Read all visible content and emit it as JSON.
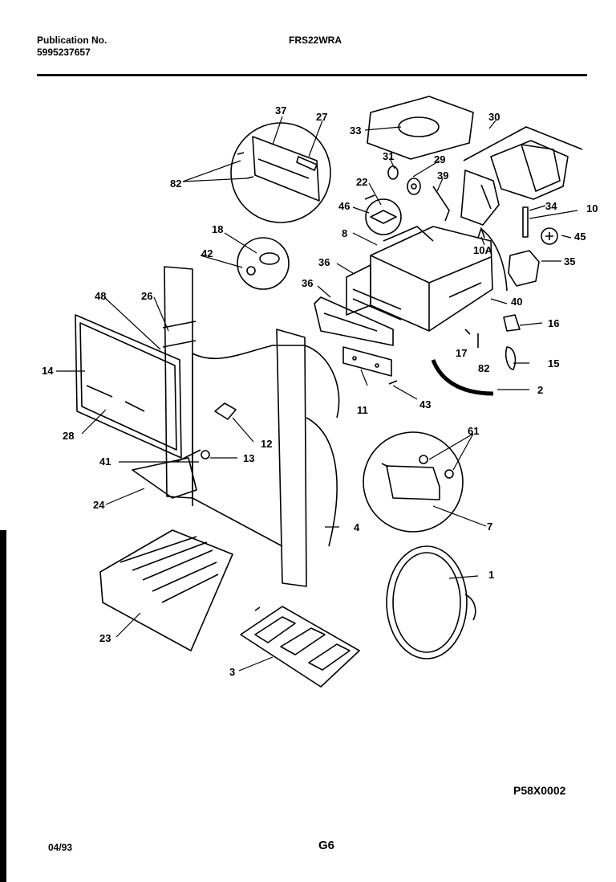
{
  "header": {
    "pub_label": "Publication No.",
    "pub_number": "5995237657",
    "model": "FRS22WRA"
  },
  "footer": {
    "date": "04/93",
    "page": "G6",
    "drawing_code": "P58X0002"
  },
  "callouts": [
    "1",
    "2",
    "3",
    "4",
    "7",
    "8",
    "10",
    "10A",
    "11",
    "12",
    "13",
    "14",
    "15",
    "16",
    "17",
    "18",
    "22",
    "23",
    "24",
    "26",
    "27",
    "28",
    "29",
    "30",
    "31",
    "33",
    "34",
    "35",
    "36",
    "36",
    "37",
    "39",
    "40",
    "41",
    "42",
    "43",
    "45",
    "46",
    "48",
    "61",
    "82",
    "82"
  ]
}
